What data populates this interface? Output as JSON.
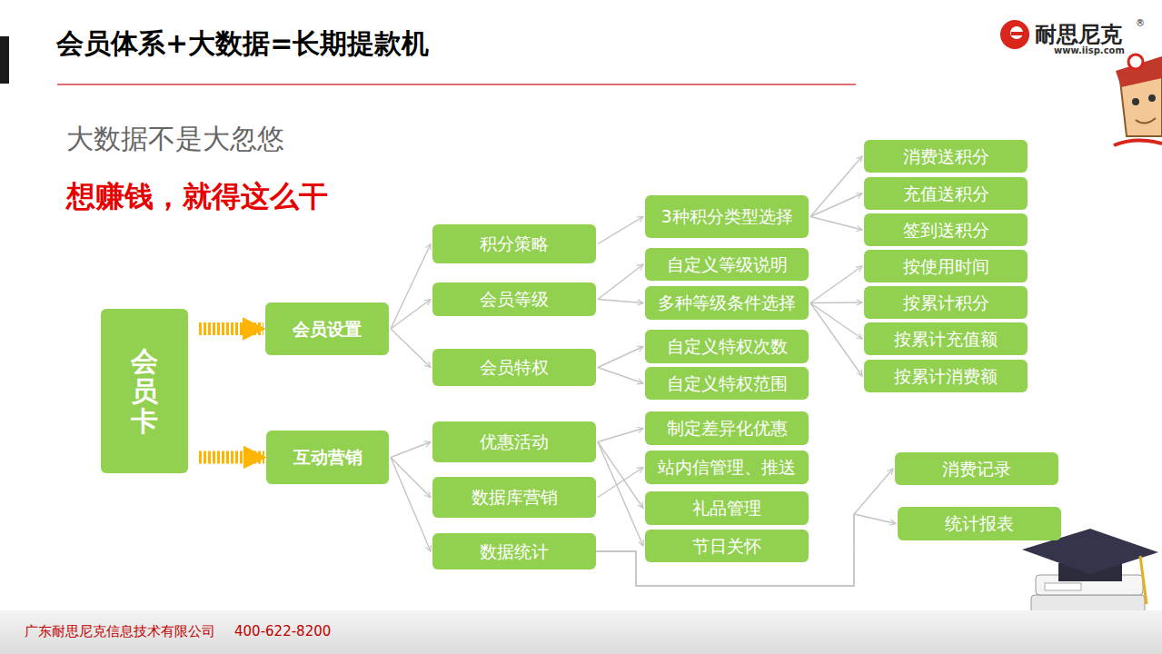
{
  "diagram": {
    "title": "会员体系+大数据=长期提款机",
    "nodes": [
      {
        "text": [
          "会员卡"
        ]
      },
      {
        "text": [
          "会员设置"
        ]
      },
      {
        "text": [
          "互动营销"
        ]
      },
      {
        "text": [
          "积分策略"
        ]
      },
      {
        "text": [
          "会员等级"
        ]
      },
      {
        "text": [
          "会员特权"
        ]
      },
      {
        "text": [
          "优惠活动"
        ]
      },
      {
        "text": [
          "数据库营销"
        ]
      },
      {
        "text": [
          "数据统计"
        ]
      },
      {
        "text": [
          "3种积分类型选择"
        ]
      },
      {
        "text": [
          "自定义等级说明"
        ]
      },
      {
        "text": [
          "多种等级条件选择"
        ]
      },
      {
        "text": [
          "自定义特权次数"
        ]
      },
      {
        "text": [
          "自定义特权范围"
        ]
      },
      {
        "text": [
          "制定差异化优惠"
        ]
      },
      {
        "text": [
          "站内信管理、推送"
        ]
      },
      {
        "text": [
          "礼品管理"
        ]
      },
      {
        "text": [
          "节日关怀"
        ]
      },
      {
        "text": [
          "消费送积分"
        ]
      },
      {
        "text": [
          "充值送积分"
        ]
      },
      {
        "text": [
          "签到送积分"
        ]
      },
      {
        "text": [
          "按使用时间"
        ]
      },
      {
        "text": [
          "按累计积分"
        ]
      },
      {
        "text": [
          "按累计充值额"
        ]
      },
      {
        "text": [
          "按累计消费额"
        ]
      },
      {
        "text": [
          "消费记录"
        ]
      },
      {
        "text": [
          "统计报表"
        ]
      }
    ],
    "edges": [
      {
        "from": 0,
        "to": 1,
        "arrow": "to"
      },
      {
        "from": 0,
        "to": 2,
        "arrow": "to"
      },
      {
        "from": 1,
        "to": 3,
        "arrow": "to"
      },
      {
        "from": 1,
        "to": 4,
        "arrow": "to"
      },
      {
        "from": 1,
        "to": 5,
        "arrow": "to"
      },
      {
        "from": 2,
        "to": 6,
        "arrow": "to"
      },
      {
        "from": 2,
        "to": 7,
        "arrow": "to"
      },
      {
        "from": 2,
        "to": 8,
        "arrow": "to"
      },
      {
        "from": 3,
        "to": 9,
        "arrow": "to"
      },
      {
        "from": 4,
        "to": 10,
        "arrow": "to"
      },
      {
        "from": 4,
        "to": 11,
        "arrow": "to"
      },
      {
        "from": 5,
        "to": 12,
        "arrow": "to"
      },
      {
        "from": 5,
        "to": 13,
        "arrow": "to"
      },
      {
        "from": 6,
        "to": 14,
        "arrow": "to"
      },
      {
        "from": 7,
        "to": 15,
        "arrow": "to"
      },
      {
        "from": 6,
        "to": 16,
        "arrow": "to"
      },
      {
        "from": 6,
        "to": 17,
        "arrow": "to"
      },
      {
        "from": 9,
        "to": 18,
        "arrow": "to"
      },
      {
        "from": 9,
        "to": 19,
        "arrow": "to"
      },
      {
        "from": 9,
        "to": 20,
        "arrow": "to"
      },
      {
        "from": 11,
        "to": 21,
        "arrow": "to"
      },
      {
        "from": 11,
        "to": 22,
        "arrow": "to"
      },
      {
        "from": 11,
        "to": 23,
        "arrow": "to"
      },
      {
        "from": 11,
        "to": 24,
        "arrow": "to"
      },
      {
        "from": 8,
        "to": 25,
        "arrow": "to"
      },
      {
        "from": 8,
        "to": 26,
        "arrow": "to"
      }
    ],
    "labels": [
      "大数据不是大忽悠",
      "想赚钱，就得这么干",
      "耐思尼克",
      "®",
      "www.iisp.com",
      "广东耐思尼克信息技术有限公司",
      "400-622-8200"
    ]
  }
}
